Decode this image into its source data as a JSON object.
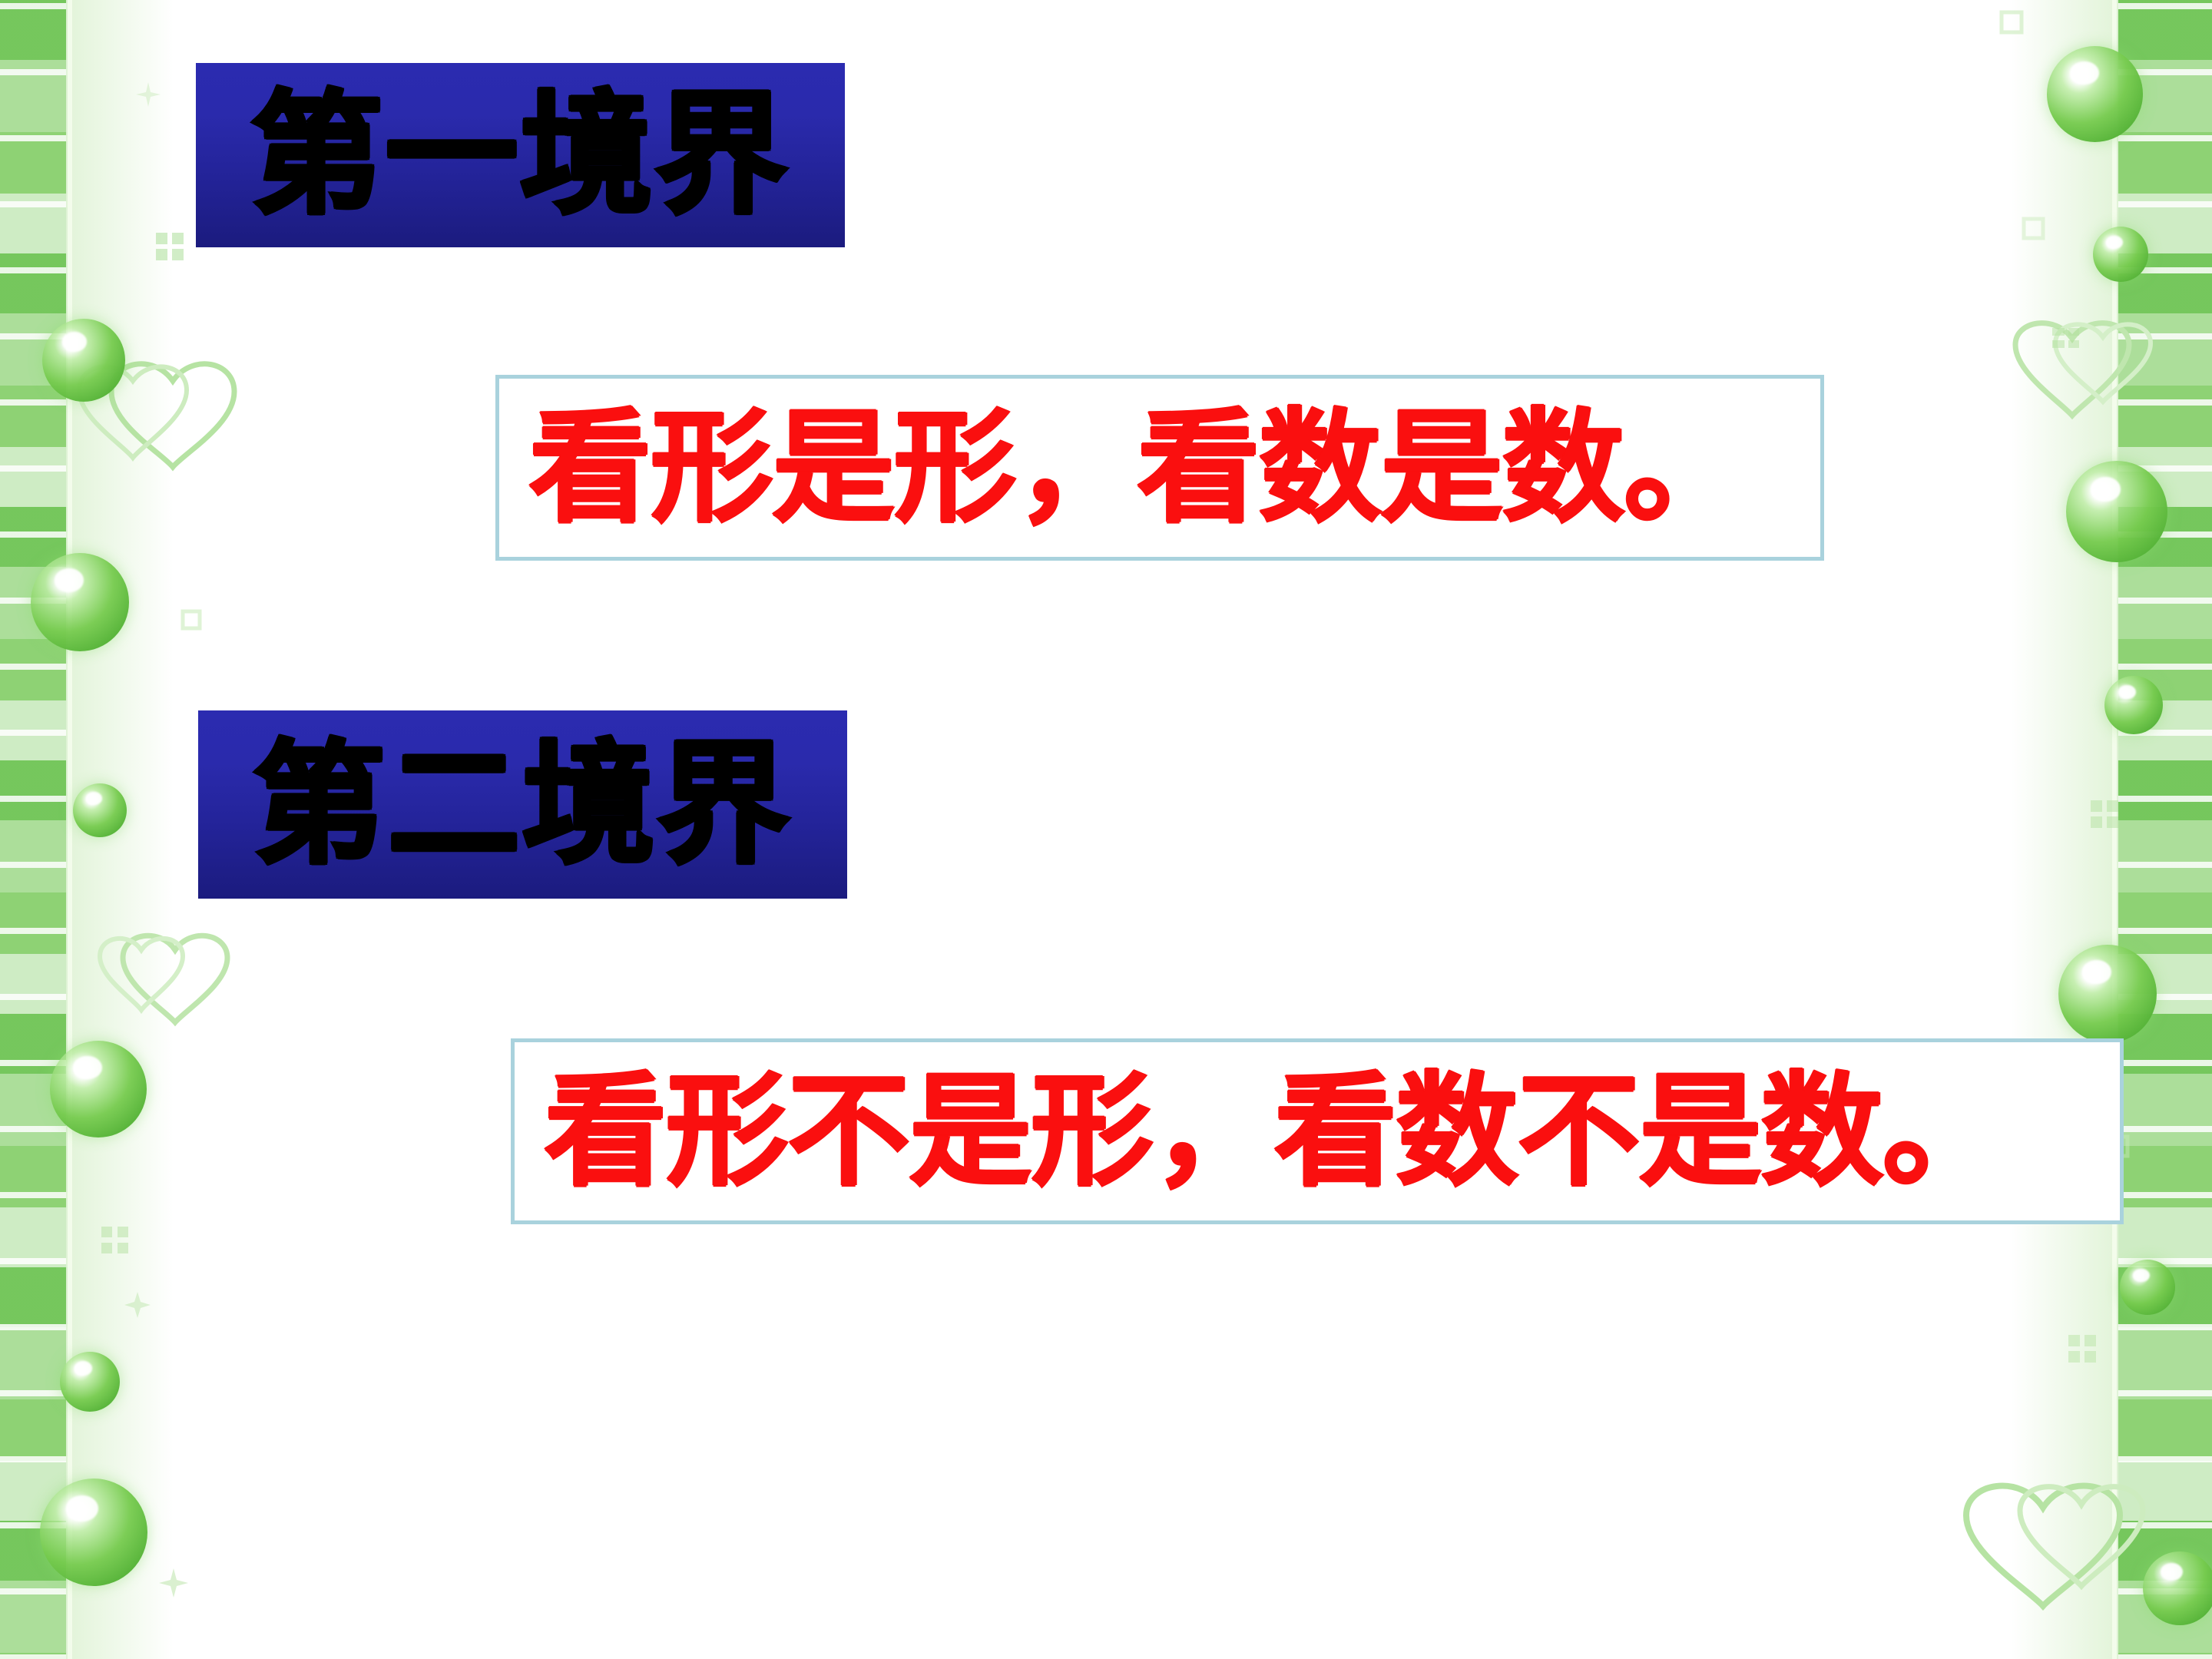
{
  "slide": {
    "background_color": "#ffffff",
    "accent_blue": "#2323a0",
    "accent_red": "#fa0f0f",
    "border_blue_gray": "#a9d2dd",
    "decor_green": "#6ec454"
  },
  "sections": [
    {
      "id": "first",
      "title": "第一境界",
      "quote": "看形是形，看数是数。"
    },
    {
      "id": "second",
      "title": "第二境界",
      "quote": "看形不是形，看数不是数。"
    }
  ],
  "decor": {
    "bubble_name": "green-bubble",
    "heart_name": "heart-outline",
    "sparkle_name": "sparkle-glyph",
    "stripe_name": "green-stripe-band"
  }
}
